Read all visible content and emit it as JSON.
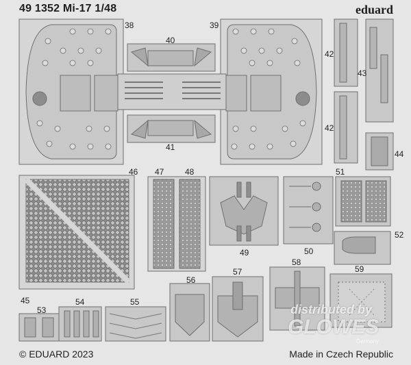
{
  "header": {
    "title": "49 1352 Mi-17 1/48",
    "brand": "eduard"
  },
  "footer": {
    "copyright": "© EDUARD 2023",
    "origin": "Made in Czech Republic"
  },
  "watermark": {
    "line1": "distributed by",
    "line2": "GLOWES",
    "line3": "Germany"
  },
  "part_numbers": {
    "p38": "38",
    "p39": "39",
    "p40": "40",
    "p41": "41",
    "p42a": "42",
    "p42b": "42",
    "p43": "43",
    "p44": "44",
    "p45": "45",
    "p46": "46",
    "p47": "47",
    "p48": "48",
    "p49": "49",
    "p50": "50",
    "p51": "51",
    "p52": "52",
    "p53": "53",
    "p54": "54",
    "p55": "55",
    "p56": "56",
    "p57": "57",
    "p58": "58",
    "p59": "59"
  },
  "colors": {
    "fret": "#e6e6e6",
    "part": "#c8c8c8",
    "line": "#6e6e6e",
    "text": "#1e1e1e"
  }
}
